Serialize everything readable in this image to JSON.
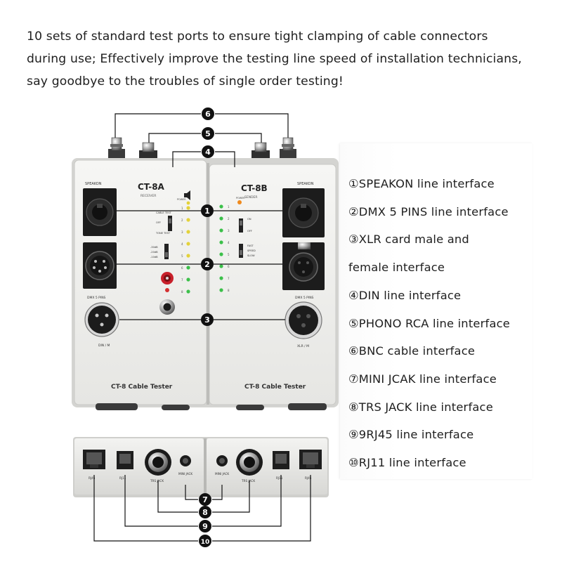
{
  "intro": {
    "lines": [
      "10 sets of standard test ports to ensure tight clamping of cable connectors",
      "during use; Effectively improve the testing line speed of installation technicians,",
      "say goodbye to the troubles of single order testing!"
    ]
  },
  "device": {
    "left_model": "CT-8A",
    "left_role": "RECEIVER",
    "right_model": "CT-8B",
    "right_role": "SENDER",
    "speakon_label": "SPEAKON",
    "dmx_label": "DMX 5 PINS",
    "din_label": "DIN / M",
    "xlr_label": "XLR / M",
    "power_label": "POWER",
    "brand_left": "CT-8 Cable Tester",
    "brand_right": "CT-8 Cable Tester",
    "switch_left_top": "CABLE TEST",
    "switch_left_off": "OFF",
    "switch_left_bottom": "TONE TEST",
    "switch_left_levels": [
      "-30dB",
      "-20dB",
      "-10dB"
    ],
    "switch_right_on": "ON",
    "switch_right_off": "OFF",
    "switch_right_fast": "FAST",
    "switch_right_speed": "SPEED",
    "switch_right_slow": "SLOW",
    "led_numbers": [
      "1",
      "2",
      "3",
      "4",
      "5",
      "6",
      "7",
      "8"
    ],
    "bottom_labels": [
      "RJ45",
      "RJ11",
      "TRS JACK",
      "MINI JACK",
      "MINI JACK",
      "TRS JACK",
      "RJ11",
      "RJ45"
    ]
  },
  "callouts": {
    "top": [
      "6",
      "5",
      "4"
    ],
    "side": [
      "1",
      "2",
      "3"
    ],
    "bottom": [
      "7",
      "8",
      "9",
      "10"
    ]
  },
  "legend": [
    "①SPEAKON line interface",
    "②DMX 5 PINS line interface",
    "③XLR card male and",
    "female interface",
    "④DIN line interface",
    "⑤PHONO RCA line interface",
    "⑥BNC cable interface",
    "⑦MINI JCAK line interface",
    "⑧TRS JACK line interface",
    "⑨9RJ45 line interface",
    "⑩RJ11 line interface"
  ],
  "colors": {
    "led_green": "#3cc04a",
    "led_yellow": "#e3d23a",
    "led_orange": "#f08a1c",
    "rca_red": "#c8202a",
    "panel": "#f1f1ef",
    "socket": "#1c1c1c"
  }
}
